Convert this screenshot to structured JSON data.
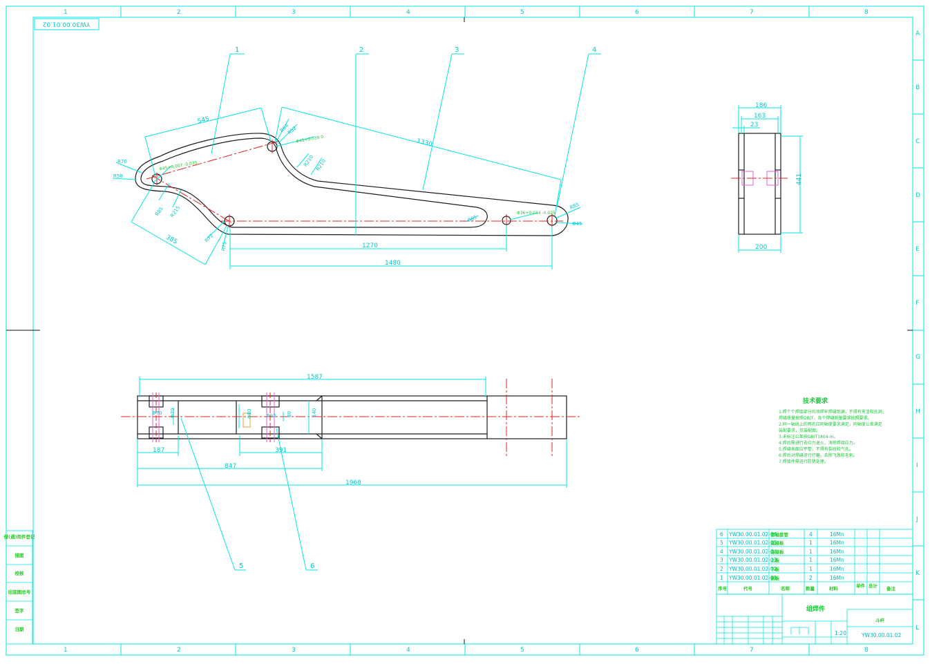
{
  "drawing": {
    "stamp_code": "YW30.00.01.02",
    "grid_columns": [
      "1",
      "2",
      "3",
      "4",
      "5",
      "6",
      "7",
      "8"
    ],
    "grid_rows": [
      "A",
      "B",
      "C",
      "D",
      "E",
      "F",
      "G",
      "H",
      "I",
      "J",
      "K",
      "L"
    ]
  },
  "balloons": [
    "1",
    "2",
    "3",
    "4",
    "5",
    "6"
  ],
  "dims_front": {
    "d545": "545",
    "d1330": "1330",
    "d385": "385",
    "d1270": "1270",
    "d1480": "1480",
    "r70": "R70",
    "r58": "R58",
    "r64": "R64",
    "r52": "R52",
    "r210a": "R210",
    "r210b": "R210",
    "r85a": "R85",
    "r85b": "R85",
    "r215": "R215",
    "r72": "R72",
    "r75": "R75",
    "r65": "R65",
    "d45": "Φ45",
    "hole1": "Φ45+0.007 -0.035",
    "hole2": "Φ45+0.039 0",
    "hole3": "Φ36+0.034 -0.025"
  },
  "dims_top": {
    "d1587": "1587",
    "d187": "187",
    "d847": "847",
    "d391": "391",
    "d1968": "1968",
    "p70": "Φ70",
    "p70b": "Φ70",
    "p80": "Φ80",
    "p93": "Φ93",
    "d80": "80",
    "d140": "140"
  },
  "dims_side": {
    "d186": "186",
    "d163": "163",
    "d23": "23",
    "d441": "441",
    "d200": "200"
  },
  "tech_req": {
    "title": "技术要求",
    "lines": [
      "1.焊个个焊接部分均须焊牢焊缝饱满，不得有夹渣和孔洞，",
      "  焊缝质量按照GB/T，各个焊缝质量要求按照要求。",
      "2.同一轴线上的两孔应同轴度要求满足，同轴度公差满足",
      "  装配要求，见装配图。",
      "3.未标注公差按GB/T1804-m。",
      "4.焊后需进行去应力退火，消除焊接应力。",
      "5.焊缝表面应平整，不得有裂纹和气孔。",
      "6.焊后对焊缝进行打磨，去除飞溅和毛刺。",
      "7.焊接件需进行防锈处理。"
    ]
  },
  "parts_list": {
    "rows": [
      {
        "no": "6",
        "code": "YW30.00.01.02-06",
        "name": "管轴套管",
        "qty": "4",
        "mat": "16Mn"
      },
      {
        "no": "5",
        "code": "YW30.00.01.02-05",
        "name": "连接板",
        "qty": "1",
        "mat": "16Mn"
      },
      {
        "no": "4",
        "code": "YW30.00.01.02-04",
        "name": "连接板",
        "qty": "1",
        "mat": "16Mn"
      },
      {
        "no": "3",
        "code": "YW30.00.01.02-03",
        "name": "上板",
        "qty": "1",
        "mat": "16Mn"
      },
      {
        "no": "2",
        "code": "YW30.00.01.02-02",
        "name": "下板",
        "qty": "1",
        "mat": "16Mn"
      },
      {
        "no": "1",
        "code": "YW30.00.01.02-01",
        "name": "侧板",
        "qty": "2",
        "mat": "16Mn"
      }
    ],
    "headers": [
      "序号",
      "代号",
      "名称",
      "数量",
      "材料",
      "单件",
      "总计",
      "备注"
    ]
  },
  "title_block": {
    "name": "组焊件",
    "code": "YW30.00.01.02",
    "sub": "斗杆",
    "scale": "1:20"
  },
  "left_sidebar": [
    "借(通)用件登记",
    "描图",
    "校核",
    "旧底图总号",
    "签字",
    "日期"
  ]
}
